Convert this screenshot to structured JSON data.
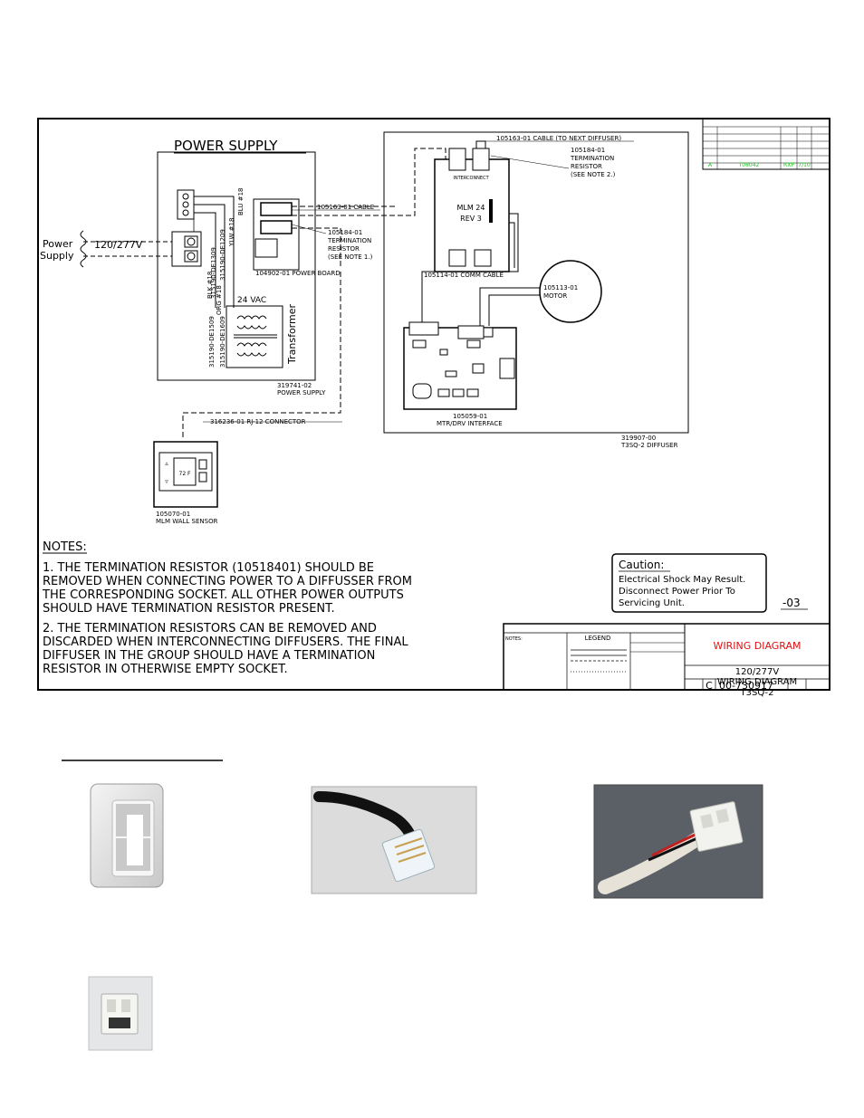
{
  "power_supply": {
    "title": "POWER SUPPLY",
    "input_label_1": "Power",
    "input_label_2": "Supply",
    "voltage": "120/277V",
    "cable": "105163-01 CABLE",
    "resistor_1": "105184-01",
    "resistor_2": "TERMINATION",
    "resistor_3": "RESISTOR",
    "resistor_4": "(SEE NOTE 1.)",
    "board": "104902-01 POWER BOARD",
    "vac": "24 VAC",
    "transformer": "Transformer",
    "wire_1": "315190-DE1509",
    "wire_2": "315190-DE1609",
    "wire_3": "BLK #18",
    "wire_4": "ORG #18",
    "wire_5": "315190-DE1309",
    "wire_6": "YLW #18",
    "wire_7": "315190-DE1209",
    "wire_8": "BLU #18",
    "part": "319741-02",
    "part_label": "POWER SUPPLY",
    "rj_connector": "316236-01 RJ-12 CONNECTOR"
  },
  "diffuser": {
    "next_cable": "105163-01 CABLE (TO NEXT DIFFUSER)",
    "resistor_1": "105184-01",
    "resistor_2": "TERMINATION",
    "resistor_3": "RESISTOR",
    "resistor_4": "(SEE NOTE 2.)",
    "module_top": "INTERCONNECT",
    "module_1": "MLM 24",
    "module_2": "REV 3",
    "comm_cable": "105114-01 COMM CABLE",
    "motor_1": "105113-01",
    "motor_2": "MOTOR",
    "interface_1": "105059-01",
    "interface_2": "MTR/DRV INTERFACE",
    "part": "319907-00",
    "part_label": "T3SQ-2 DIFFUSER"
  },
  "wall_sensor": {
    "display": "72 F",
    "part": "105070-01",
    "part_label": "MLM WALL SENSOR"
  },
  "notes": {
    "heading": "NOTES:",
    "n1_l1": "1. THE TERMINATION RESISTOR (10518401) SHOULD BE",
    "n1_l2": "REMOVED WHEN CONNECTING POWER TO A DIFFUSSER FROM",
    "n1_l3": "THE CORRESPONDING SOCKET. ALL OTHER POWER OUTPUTS",
    "n1_l4": "SHOULD HAVE TERMINATION RESISTOR PRESENT.",
    "n2_l1": "2. THE TERMINATION RESISTORS CAN BE REMOVED AND",
    "n2_l2": "DISCARDED WHEN INTERCONNECTING DIFFUSERS. THE FINAL",
    "n2_l3": "DIFFUSER IN THE GROUP SHOULD HAVE A TERMINATION",
    "n2_l4": "RESISTOR IN OTHERWISE EMPTY SOCKET."
  },
  "caution": {
    "title": "Caution:",
    "l1": "Electrical Shock May Result.",
    "l2": "Disconnect Power Prior To",
    "l3": "Servicing Unit.",
    "suffix": "-03"
  },
  "revision": {
    "row_rev": "A",
    "row_ecn": "T08042",
    "row_by": "RXP",
    "row_date": "7/10"
  },
  "title_block": {
    "notes": "NOTES:",
    "legend": "LEGEND",
    "title": "WIRING DIAGRAM",
    "sub_1": "120/277V",
    "sub_2": "WIRING DIAGRAM",
    "sub_3": "T3SQ-2",
    "size": "C",
    "drawing_no": "00-730917"
  },
  "colors": {
    "line": "#000000",
    "revision_green": "#14c814",
    "title_red": "#e01010"
  }
}
